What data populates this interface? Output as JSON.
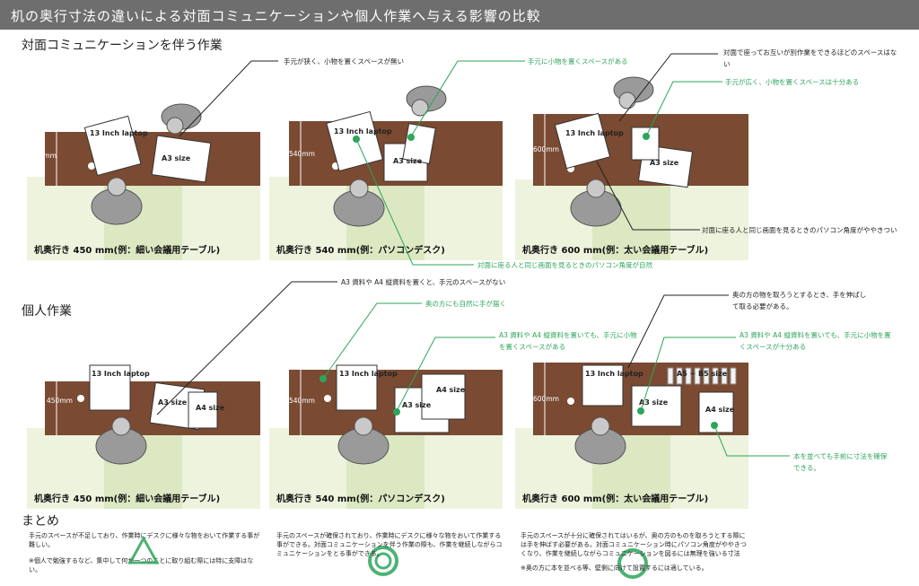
{
  "title": "机の奥行寸法の違いによる対面コミュニケーションや個人作業へ与える影響の比較",
  "sections": {
    "comm": "対面コミュニケーションを伴う作業",
    "solo": "個人作業",
    "summary": "まとめ"
  },
  "labels": {
    "d450": "机奥行き 450 mm(例：細い会議用テーブル)",
    "d540": "机奥行き 540 mm(例：パソコンデスク)",
    "d600": "机奥行き 600 mm(例：太い会議用テーブル)",
    "dim450": "450mm",
    "dim540": "540mm",
    "dim600": "600mm",
    "laptop": "13 Inch laptop",
    "a3": "A3 size",
    "a4": "A4 size",
    "a5b5": "A5 ~ B5 size"
  },
  "annotations": {
    "c1": "手元が狭く、小物を置くスペースが無い",
    "c2": "手元に小物を置くスペースがある",
    "c3": "対面で座ってお互いが別作業をできるほどのスペースはない",
    "c4": "手元が広く、小物を置くスペースは十分ある",
    "c5": "対面に座る人と同じ画面を見るときのパソコン角度がややきつい",
    "c6": "対面に座る人と同じ画面を見るときのパソコン角度が自然",
    "s1": "A3 資料や A4 縦資料を置くと、手元のスペースがない",
    "s2": "奥の方にも自然に手が届く",
    "s3": "A3 資料や A4 縦資料を置いても、手元に小物を置くスペースがある",
    "s4": "奥の方の物を取ろうとするとき、手を伸ばして取る必要がある。",
    "s5": "A3 資料や A4 縦資料を置いても、手元に小物を置くスペースが十分ある",
    "s6": "本を並べても手前に寸法を確保できる。"
  },
  "summary": {
    "t450": "手元のスペースが不足しており、作業時にデスクに様々な物をおいて作業する事が難しい。",
    "n450": "※個人で勉強するなど、集中して何か一つのことに取り組む際には特に支障はない。",
    "t540": "手元のスペースが確保されており、作業時にデスクに様々な物をおいて作業する事ができる。対面コミュニケーションを伴う作業の際も、作業を継続しながらコミュニケーションをとる事ができる。",
    "t600": "手元のスペースが十分に確保されてはいるが、奥の方のものを取ろうとする際には手を伸ばす必要がある。対面コミュニケーション時にパソコン角度がややきつくなり、作業を継続しながらコミュニケーションを図るには無理を強いる寸法",
    "n600": "※奥の方に本を並べる等、壁側に向けて設置するには適している。"
  },
  "colors": {
    "title_bg": "#6e6e6e",
    "wood": "#7a4a32",
    "floor": "#eef3dd",
    "floor_mid": "#dbe8c2",
    "accent_green": "#2da55a"
  },
  "icons": [
    "triangle-icon",
    "double-circle-icon",
    "circle-icon"
  ]
}
